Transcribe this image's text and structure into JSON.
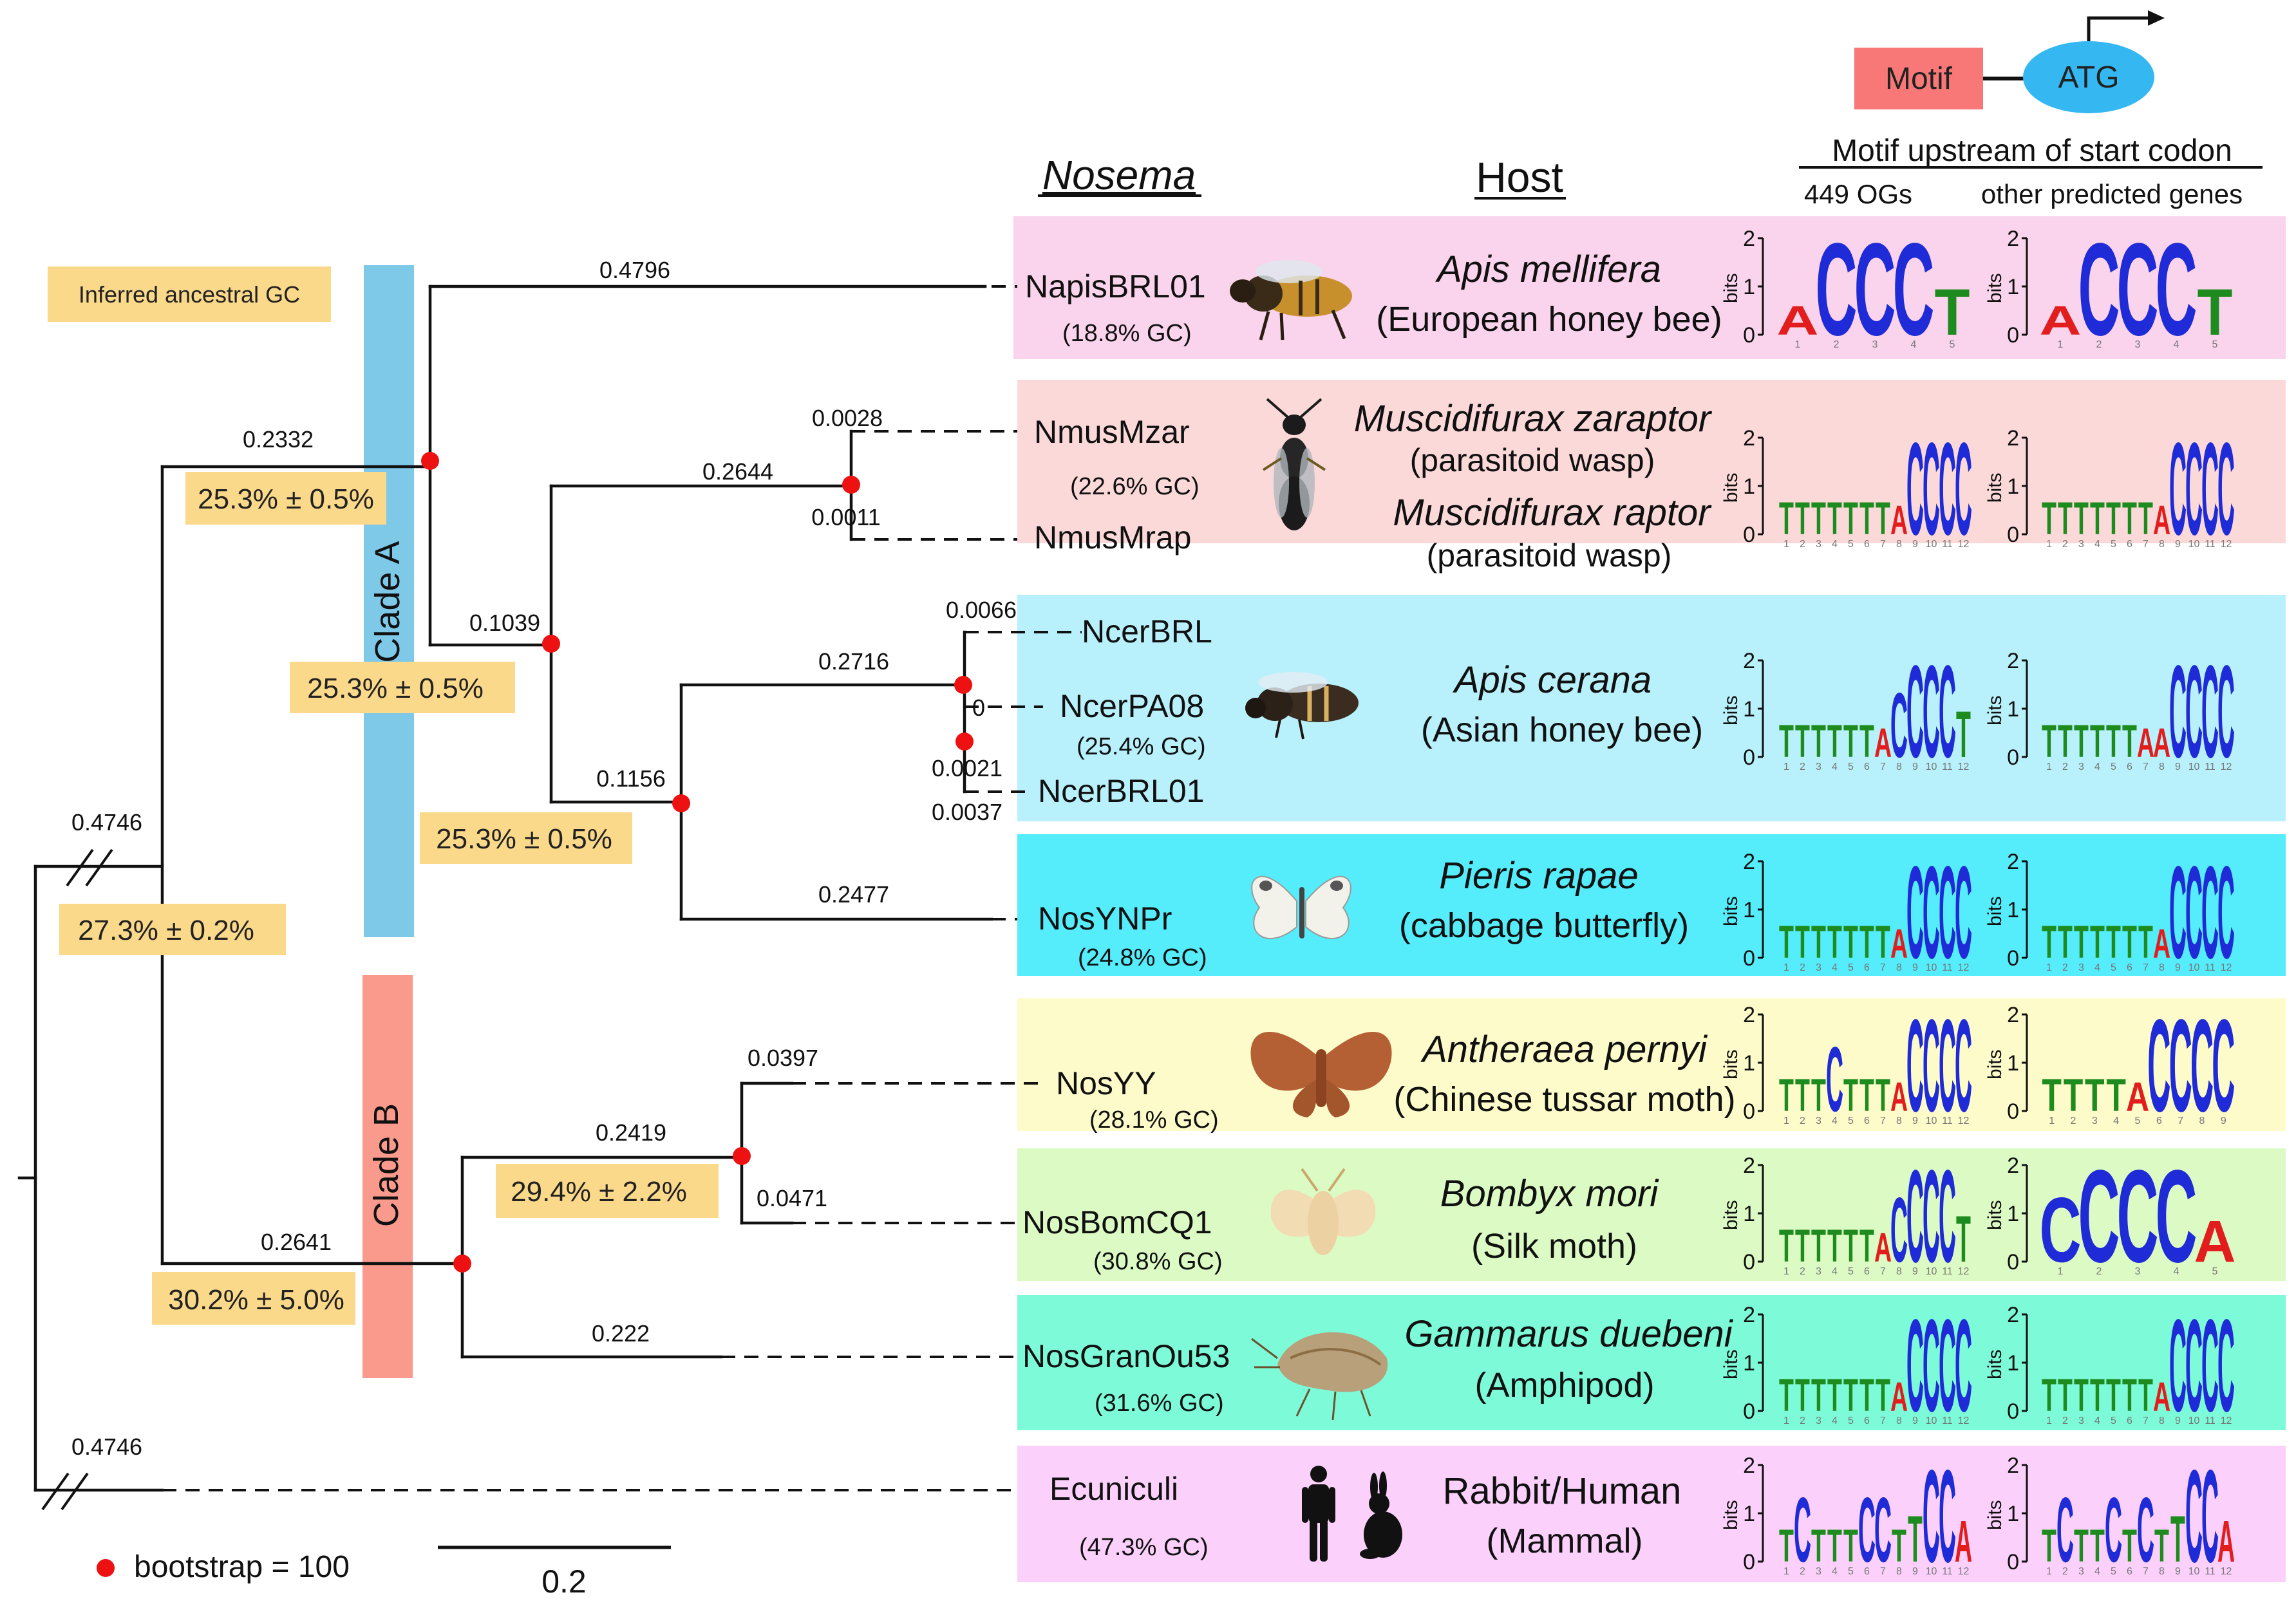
{
  "header": {
    "motif_label": "Motif",
    "atg_label": "ATG",
    "nosema_header": "Nosema",
    "host_header": "Host",
    "motif_header": "Motif upstream of start codon",
    "col_ogs": "449 OGs",
    "col_other": "other predicted genes"
  },
  "legend": {
    "ancestral": "Inferred ancestral GC",
    "bootstrap": "bootstrap = 100",
    "scale": "0.2"
  },
  "clades": {
    "a": "Clade A",
    "b": "Clade B"
  },
  "branches": {
    "napis": "0.4796",
    "cladeA_stem": "0.2332",
    "mus_stem": "0.2644",
    "mzar": "0.0028",
    "mrap": "0.0011",
    "inner": "0.1039",
    "cer_stem": "0.2716",
    "ncerbrl": "0.0066",
    "ncerpa08": "0",
    "ncerbrl01_a": "0.0021",
    "ncerbrl01_b": "0.0037",
    "cer_pieris": "0.1156",
    "nosynpr": "0.2477",
    "root_top": "0.4746",
    "nosyy": "0.0397",
    "yy_stem": "0.2419",
    "bomcq1": "0.0471",
    "cladeB_stem": "0.2641",
    "gran": "0.222",
    "ecun": "0.4746"
  },
  "ancestral_gc": {
    "a1": "25.3% ± 0.5%",
    "a2": "25.3% ± 0.5%",
    "a3": "25.3% ± 0.5%",
    "root": "27.3% ± 0.2%",
    "b1": "29.4% ± 2.2%",
    "b2": "30.2% ± 5.0%"
  },
  "rows": [
    {
      "nosema": [
        "NapisBRL01"
      ],
      "gc": "(18.8% GC)",
      "host_latin": [
        "Apis mellifera"
      ],
      "host_common": [
        "(European honey bee)"
      ],
      "color": "#fad3ec"
    },
    {
      "nosema": [
        "NmusMzar",
        "NmusMrap"
      ],
      "gc": "(22.6% GC)",
      "host_latin": [
        "Muscidifurax zaraptor",
        "Muscidifurax raptor"
      ],
      "host_common": [
        "(parasitoid wasp)",
        "(parasitoid wasp)"
      ],
      "color": "#fcd9d9"
    },
    {
      "nosema": [
        "NcerBRL",
        "NcerPA08",
        "NcerBRL01"
      ],
      "gc": "(25.4% GC)",
      "host_latin": [
        "Apis cerana"
      ],
      "host_common": [
        "(Asian honey bee)"
      ],
      "color": "#b8f1fb"
    },
    {
      "nosema": [
        "NosYNPr"
      ],
      "gc": "(24.8% GC)",
      "host_latin": [
        "Pieris rapae"
      ],
      "host_common": [
        "(cabbage butterfly)"
      ],
      "color": "#55ecfb"
    },
    {
      "nosema": [
        "NosYY"
      ],
      "gc": "(28.1% GC)",
      "host_latin": [
        "Antheraea pernyi"
      ],
      "host_common": [
        "(Chinese tussar moth)"
      ],
      "color": "#fdfbc9"
    },
    {
      "nosema": [
        "NosBomCQ1"
      ],
      "gc": "(30.8% GC)",
      "host_latin": [
        "Bombyx mori"
      ],
      "host_common": [
        "(Silk moth)"
      ],
      "color": "#dcfbc4"
    },
    {
      "nosema": [
        "NosGranOu53"
      ],
      "gc": "(31.6% GC)",
      "host_latin": [
        "Gammarus duebeni"
      ],
      "host_common": [
        "(Amphipod)"
      ],
      "color": "#7dfad8"
    },
    {
      "nosema": [
        "Ecuniculi"
      ],
      "gc": "(47.3% GC)",
      "host_latin": [],
      "host_common": [
        "Rabbit/Human",
        "(Mammal)"
      ],
      "color": "#fbd1fb"
    }
  ],
  "logo": {
    "y_label": "bits",
    "y_ticks": [
      "2",
      "1",
      "0"
    ]
  },
  "colors": {
    "A": "#e21d1d",
    "C": "#1f2bd6",
    "G": "#f2a31a",
    "T": "#1d8b1d",
    "bootstrap": "#ee1111",
    "cladeA": "#7ec8e8",
    "cladeB": "#f99a8c",
    "gc_box": "#fbd98a",
    "motif_box": "#f87878",
    "atg_oval": "#35b8f2"
  },
  "motifs": [
    {
      "ogs": "ACCCT",
      "other": "ACCCT"
    },
    {
      "ogs": "TTTTTTTACCCC",
      "other": "TTTTTTTACCCC"
    },
    {
      "ogs": "TTTTTTACCCCT",
      "other": "TTTTTTAACCCC"
    },
    {
      "ogs": "TTTTTTTACCCC",
      "other": "TTTTTTTACCCC"
    },
    {
      "ogs": "TTTCTTTACCCC",
      "other": "TTTTACCCC"
    },
    {
      "ogs": "TTTTTTACCCCT",
      "other": "CCCCA"
    },
    {
      "ogs": "TTTTTTTACCCC",
      "other": "TTTTTTTACCCC"
    },
    {
      "ogs": "TCTTTCCTTCCA",
      "other": "TCTTCTCTTCCA"
    }
  ]
}
